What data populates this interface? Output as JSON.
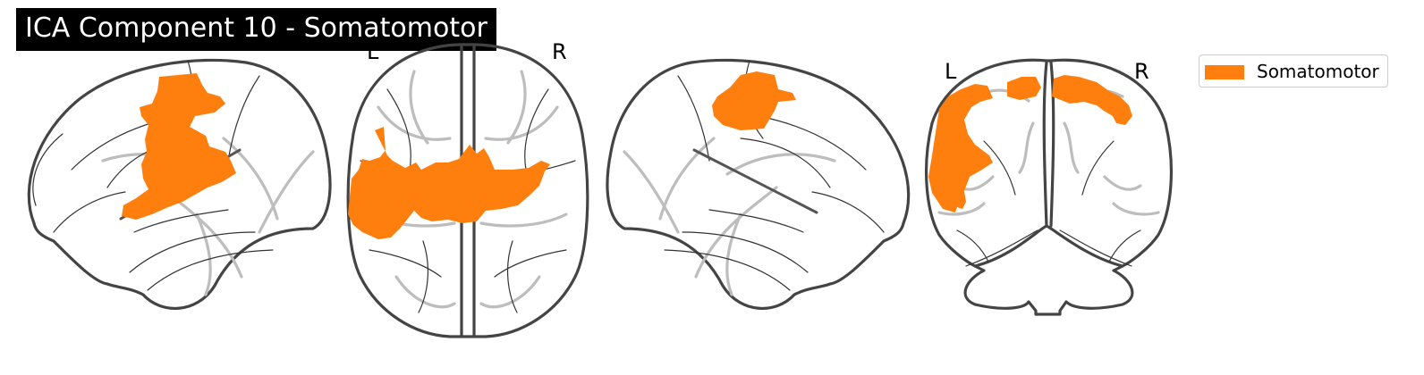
{
  "title": "ICA Component 10 - Somatomotor",
  "views": {
    "axial": {
      "left_label": "L",
      "right_label": "R"
    },
    "coronal": {
      "left_label": "L",
      "right_label": "R"
    }
  },
  "legend": {
    "label": "Somatomotor",
    "color": "#ff7f0e"
  },
  "colors": {
    "activation": "#ff7f0e",
    "outline": "#444444",
    "sulci": "#bdbdbd"
  }
}
